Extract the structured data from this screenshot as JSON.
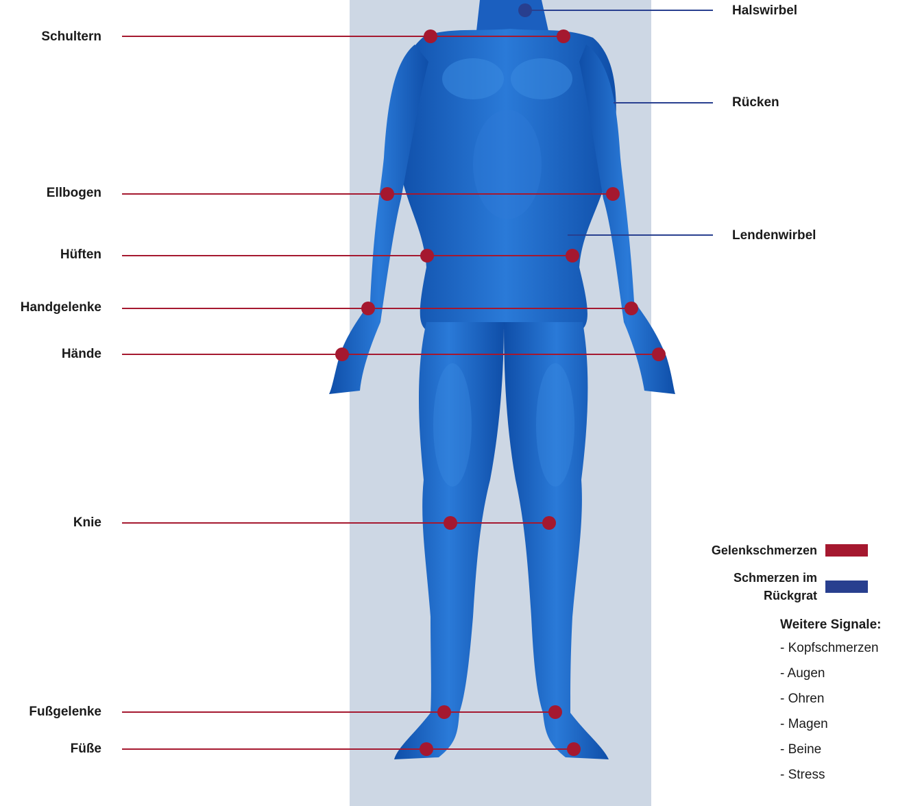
{
  "colors": {
    "joint": "#a5182f",
    "spine": "#283f8f",
    "column": "#cdd7e4",
    "body": "#1a63c4",
    "body_light": "#3a8ae0",
    "body_dark": "#0d3f8f"
  },
  "joint_labels": [
    "Schultern",
    "Ellbogen",
    "Hüften",
    "Handgelenke",
    "Hände",
    "Knie",
    "Fußgelenke",
    "Füße"
  ],
  "spine_labels": [
    "Halswirbel",
    "Rücken",
    "Lendenwirbel"
  ],
  "legend": {
    "joint": "Gelenkschmerzen",
    "spine_line1": "Schmerzen im",
    "spine_line2": "Rückgrat"
  },
  "signals": {
    "title": "Weitere Signale:",
    "items": [
      "- Kopfschmerzen",
      "- Augen",
      "- Ohren",
      "- Magen",
      "- Beine",
      "- Stress"
    ]
  }
}
